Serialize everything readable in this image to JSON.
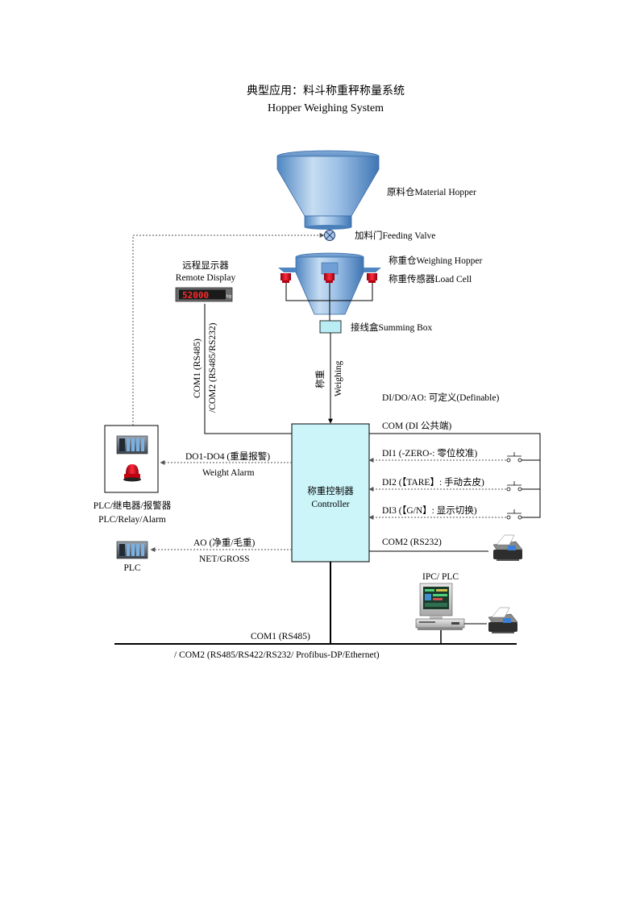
{
  "title": {
    "line1": "典型应用：料斗称重秤称量系统",
    "line2": "Hopper Weighing System"
  },
  "hopper": {
    "material_hopper": "原料仓Material Hopper",
    "feeding_valve": "加料门Feeding Valve",
    "weighing_hopper": "称重仓Weighing Hopper",
    "load_cell": "称重传感器Load Cell",
    "summing_box": "接线盒Summing Box"
  },
  "remote_display": {
    "label_cn": "远程显示器",
    "label_en": "Remote Display",
    "reading": "52000",
    "unit": "kg",
    "com_line1": "COM1 (RS485)",
    "com_line2": "/COM2 (RS485/RS232)"
  },
  "weighing_signal": {
    "cn": "称重",
    "en": "Weighing"
  },
  "controller": {
    "label_cn": "称重控制器",
    "label_en": "Controller"
  },
  "io": {
    "definable": "DI/DO/AO:  可定义(Definable)",
    "com_di": "COM (DI 公共端)",
    "di1": "DI1 (-ZERO-:  零位校准)",
    "di2": "DI2 (【TARE】:  手动去皮)",
    "di3": "DI3 (【G/N】:  显示切换)",
    "com2": "COM2 (RS232)"
  },
  "left": {
    "do_label": "DO1-DO4 (重量报警)",
    "weight_alarm": "Weight Alarm",
    "plc_relay_cn": "PLC/继电器/报警器",
    "plc_relay_en": "PLC/Relay/Alarm",
    "ao_label": "AO (净重/毛重)",
    "net_gross": "NET/GROSS",
    "plc": "PLC"
  },
  "ipc": {
    "label": "IPC/ PLC"
  },
  "bus": {
    "com1": "COM1 (RS485)",
    "com2": "/ COM2 (RS485/RS422/RS232/ Profibus-DP/Ethernet)"
  },
  "colors": {
    "hopper_light": "#b8d4ee",
    "hopper_dark": "#5b8fc7",
    "controller_fill": "#ccf5fa",
    "summing_fill": "#b9ecf3",
    "load_cell_red": "#e1001e",
    "display_digits": "#ff2a2a",
    "dashed_line": "#7a7a7a"
  }
}
